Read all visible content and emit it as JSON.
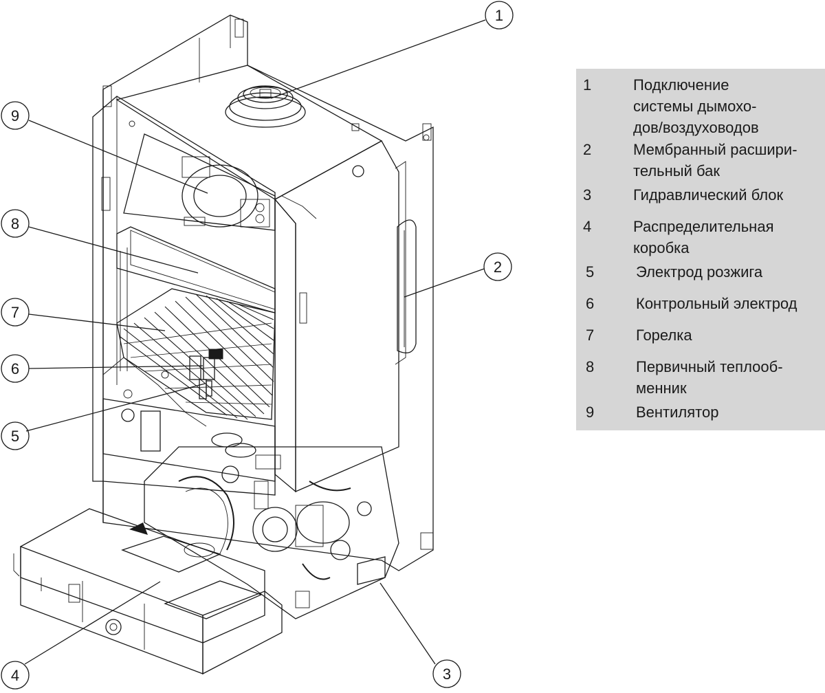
{
  "callouts": [
    "1",
    "2",
    "3",
    "4",
    "5",
    "6",
    "7",
    "8",
    "9"
  ],
  "legend": [
    {
      "num": "1",
      "lines": [
        "Подключение",
        "системы дымохо-",
        "дов/воздуховодов"
      ]
    },
    {
      "num": "2",
      "lines": [
        "Мембранный расшири-",
        "тельный бак"
      ]
    },
    {
      "num": "3",
      "lines": [
        "Гидравлический блок"
      ]
    },
    {
      "num": "4",
      "lines": [
        "Распределительная",
        "коробка"
      ]
    },
    {
      "num": "5",
      "lines": [
        "Электрод розжига"
      ]
    },
    {
      "num": "6",
      "lines": [
        "Контрольный электрод"
      ]
    },
    {
      "num": "7",
      "lines": [
        "Горелка"
      ]
    },
    {
      "num": "8",
      "lines": [
        "Первичный теплооб-",
        "менник"
      ]
    },
    {
      "num": "9",
      "lines": [
        "Вентилятор"
      ]
    }
  ],
  "colors": {
    "line": "#1a1a1a",
    "legend_background": "#d6d6d6",
    "panel_fill": "#f2f2f2",
    "shade_fill": "#bdbdbd"
  }
}
